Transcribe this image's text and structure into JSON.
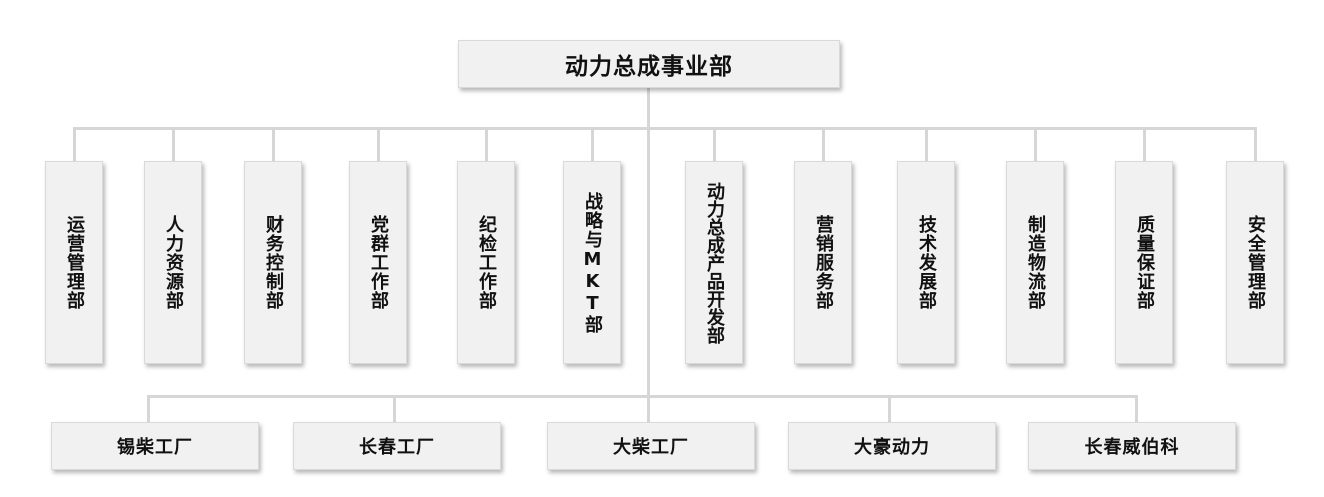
{
  "root": {
    "label": "动力总成事业部"
  },
  "departments": [
    {
      "label": "运营管理部"
    },
    {
      "label": "人力资源部"
    },
    {
      "label": "财务控制部"
    },
    {
      "label": "党群工作部"
    },
    {
      "label": "纪检工作部"
    },
    {
      "label": "战略与MKT部"
    },
    {
      "label": "动力总成产品开发部"
    },
    {
      "label": "营销服务部"
    },
    {
      "label": "技术发展部"
    },
    {
      "label": "制造物流部"
    },
    {
      "label": "质量保证部"
    },
    {
      "label": "安全管理部"
    }
  ],
  "factories": [
    {
      "label": "锡柴工厂"
    },
    {
      "label": "长春工厂"
    },
    {
      "label": "大柴工厂"
    },
    {
      "label": "大豪动力"
    },
    {
      "label": "长春威伯科"
    }
  ],
  "colors": {
    "box_fill": "#f1f1f1",
    "box_border": "#d9d9d9",
    "connector": "#d6d6d6",
    "text": "#111111"
  }
}
